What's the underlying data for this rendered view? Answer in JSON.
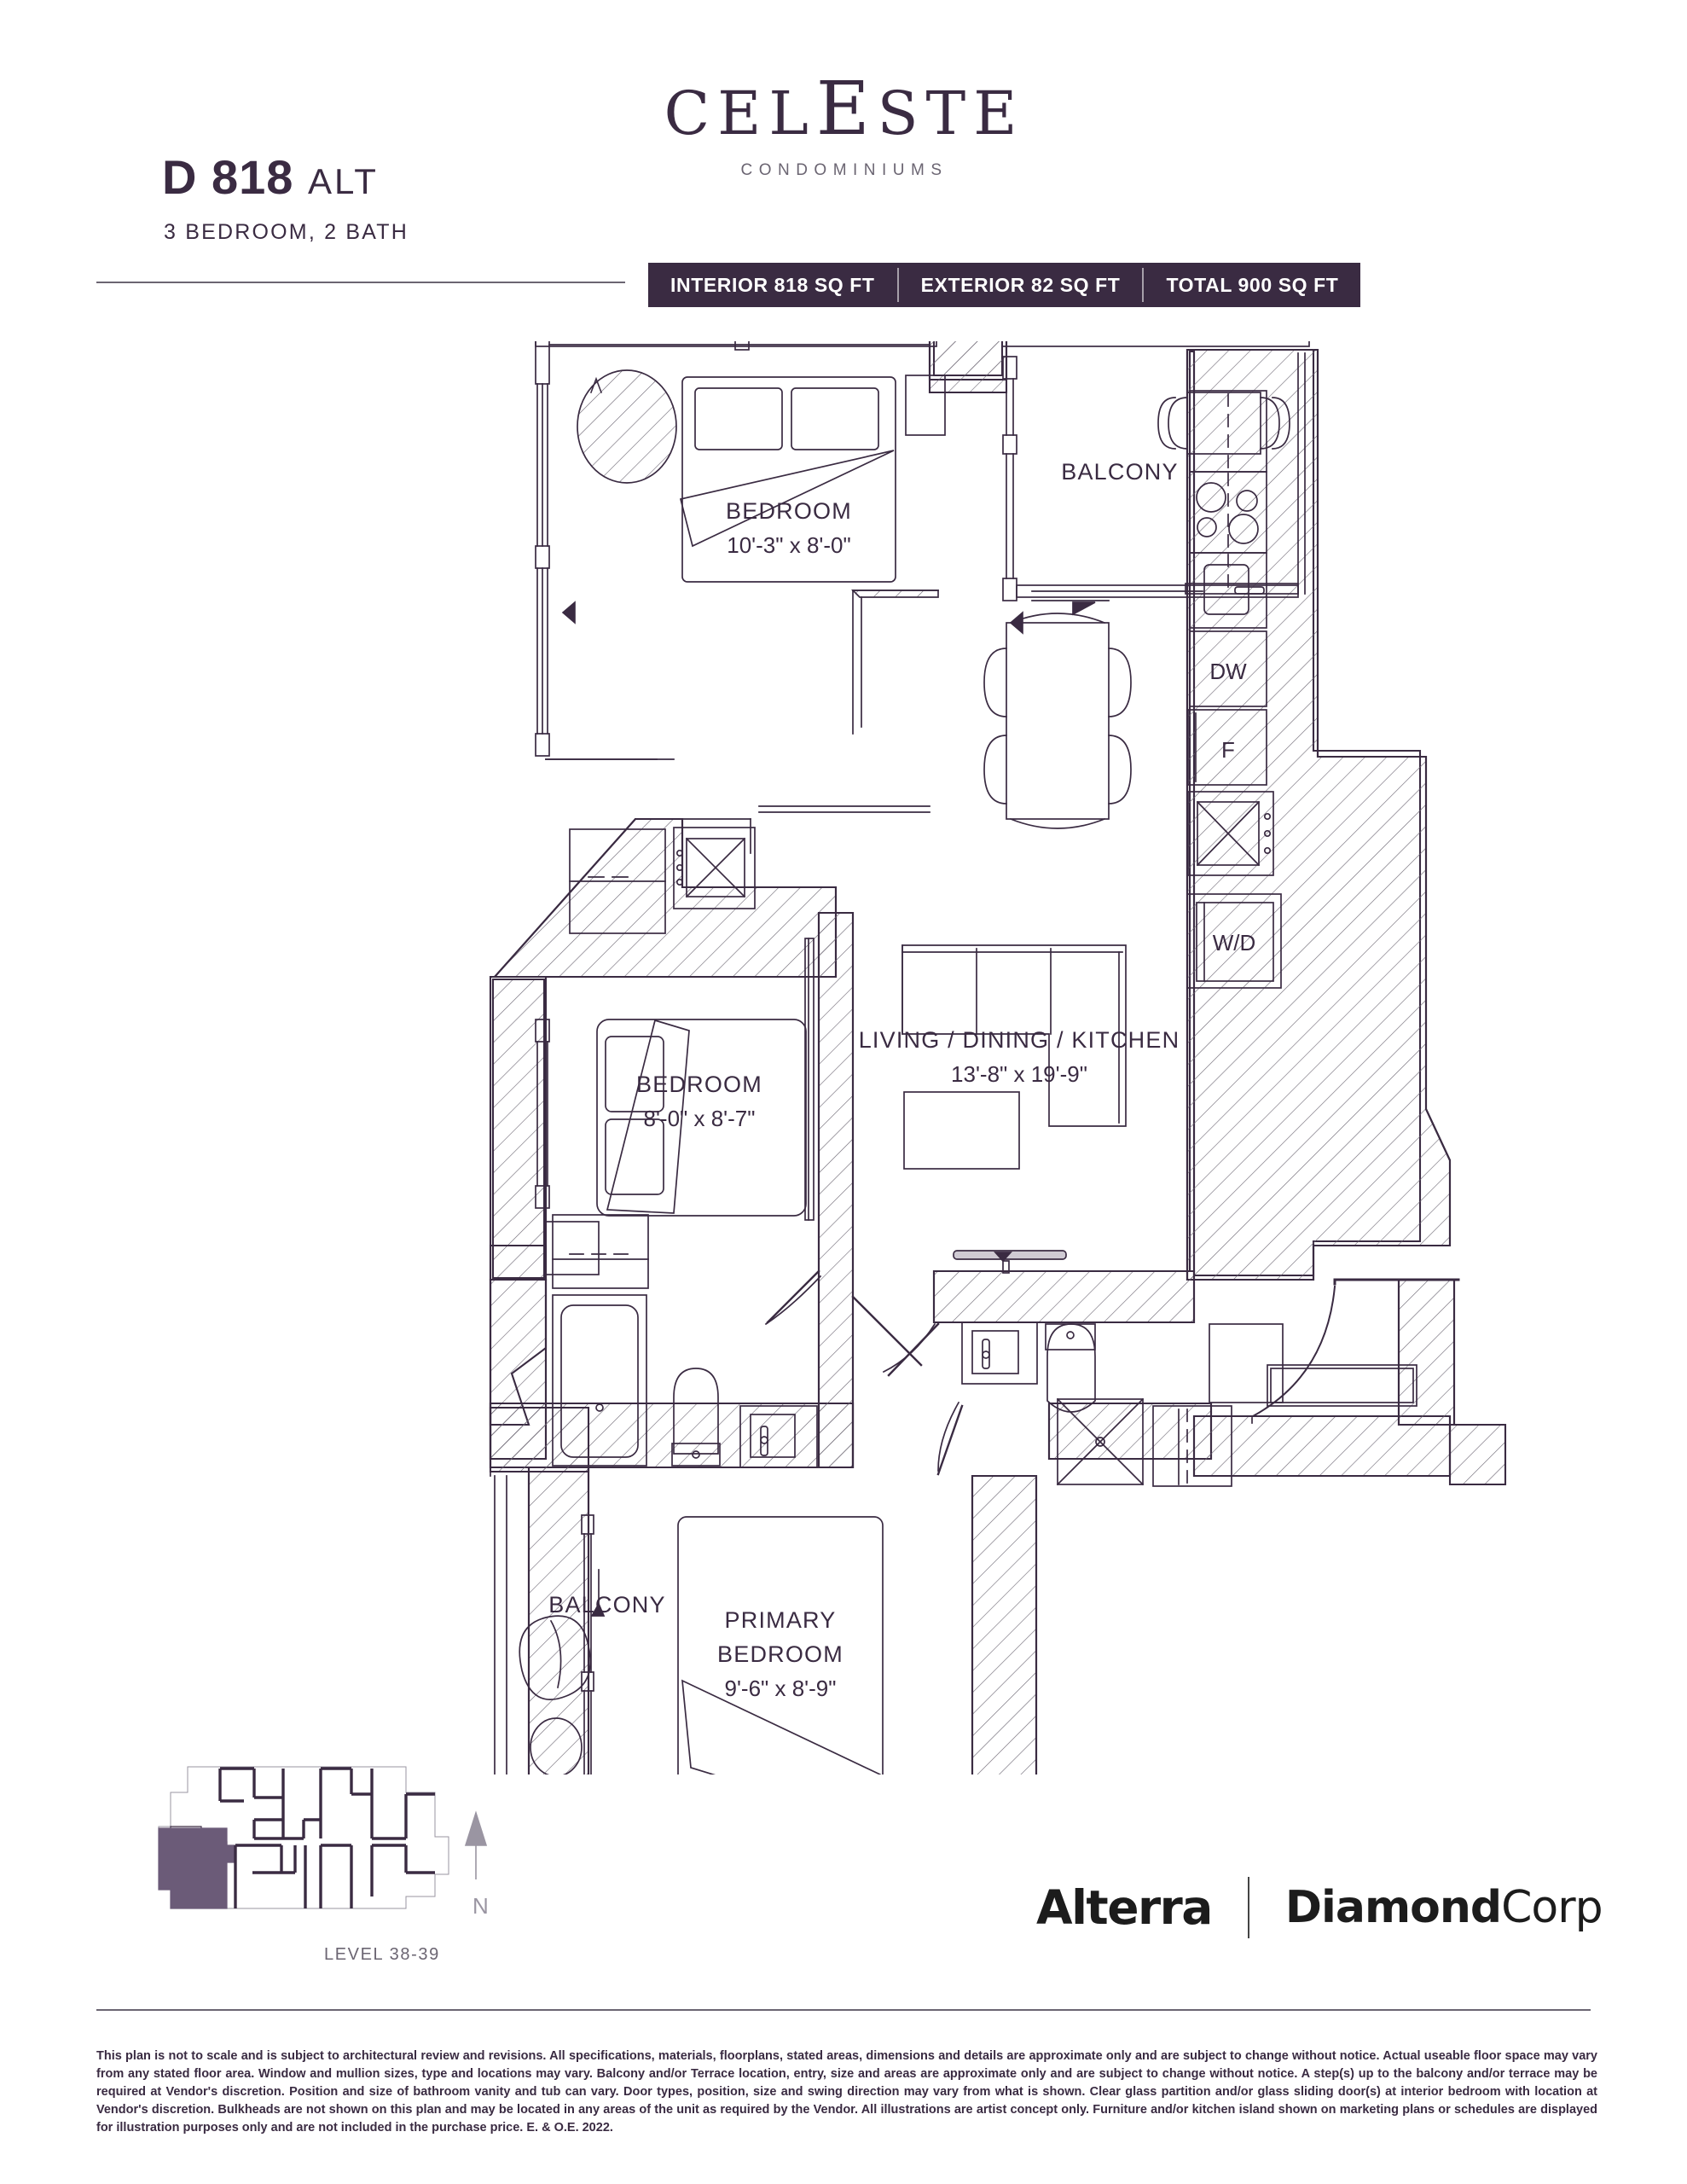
{
  "header": {
    "unit_code": "D 818",
    "unit_variant": "ALT",
    "unit_subtitle": "3 BEDROOM,  2 BATH",
    "brand_name_part1": "C",
    "brand_name_e": "E",
    "brand_name_part2": "L",
    "brand_full_pre": "CEL",
    "brand_full_post": "STE",
    "brand_subtitle": "CONDOMINIUMS",
    "areas": [
      {
        "label": "INTERIOR 818 SQ FT"
      },
      {
        "label": "EXTERIOR 82 SQ FT"
      },
      {
        "label": "TOTAL 900 SQ FT"
      }
    ],
    "accent_color": "#3a2b42"
  },
  "plan": {
    "rooms": [
      {
        "name": "BEDROOM",
        "dims": "10'-3\" x 8'-0\""
      },
      {
        "name": "BALCONY",
        "dims": ""
      },
      {
        "name": "BEDROOM",
        "dims": "8'-0\" x 8'-7\""
      },
      {
        "name": "LIVING / DINING / KITCHEN",
        "dims": "13'-8\" x 19'-9\""
      },
      {
        "name": "PRIMARY BEDROOM",
        "dims": "9'-6\" x 8'-9\""
      },
      {
        "name": "BALCONY",
        "dims": ""
      }
    ],
    "labels": {
      "bedroom1_name": "BEDROOM",
      "bedroom1_dims": "10'-3\" x 8'-0\"",
      "balcony_top": "BALCONY",
      "bedroom2_name": "BEDROOM",
      "bedroom2_dims": "8'-0\" x 8'-7\"",
      "living_name": "LIVING / DINING / KITCHEN",
      "living_dims": "13'-8\" x 19'-9\"",
      "primary_line1": "PRIMARY",
      "primary_line2": "BEDROOM",
      "primary_dims": "9'-6\" x 8'-9\"",
      "balcony_bottom": "BALCONY",
      "dishwasher": "DW",
      "fridge": "F",
      "washer_dryer": "W/D"
    },
    "line_color": "#3a2b42"
  },
  "keyplan": {
    "level_label": "LEVEL 38-39",
    "north_letter": "N",
    "highlight_color": "#6b5b78"
  },
  "developers": {
    "alterra": "Alterra",
    "diamond_bold": "Diamond",
    "diamond_light": "Corp"
  },
  "disclaimer": {
    "text": "This plan is not to scale and is subject to architectural review and revisions. All specifications, materials, floorplans, stated areas, dimensions and details are approximate only and are subject to change without notice. Actual useable floor space may vary from any stated floor area. Window and mullion sizes, type and locations may vary. Balcony and/or Terrace location, entry, size and areas are approximate only and are subject to change without notice.  A step(s) up to the balcony and/or terrace may be required at Vendor's discretion.  Position and size of bathroom vanity and tub can vary.  Door types, position, size and swing direction may vary from what is shown. Clear glass partition and/or glass sliding door(s) at interior bedroom with location at Vendor's discretion. Bulkheads are not shown on this plan and may be located in any areas of the unit as required by the Vendor. All illustrations are artist concept only. Furniture and/or kitchen island shown on marketing plans or schedules are displayed for illustration purposes only and are not included in the purchase price. E. & O.E. 2022."
  }
}
